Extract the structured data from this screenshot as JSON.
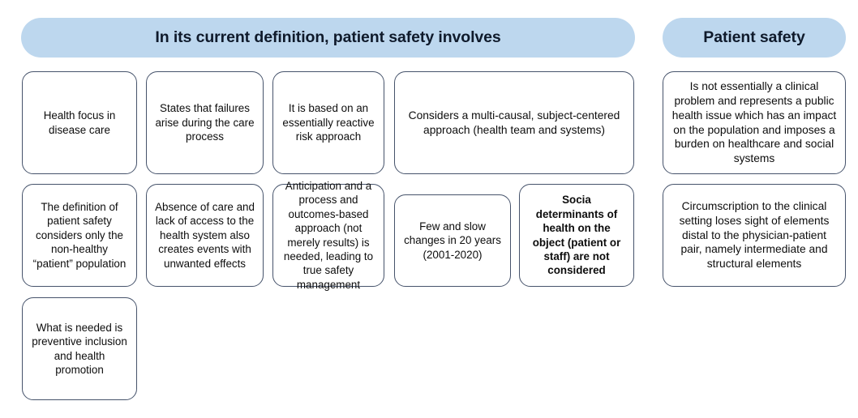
{
  "headers": {
    "left": "In its current definition, patient safety involves",
    "right": "Patient safety"
  },
  "colors": {
    "header_fill": "#bdd7ee",
    "box_border": "#46536b",
    "box_fill": "#ffffff",
    "text": "#0d0d0d"
  },
  "left_column": {
    "row1": [
      {
        "text": "Health focus in disease care"
      },
      {
        "text": "States that failures arise during the care process"
      },
      {
        "text": "It is based on an essentially reactive risk approach"
      },
      {
        "text": "Considers a multi-causal, subject-centered approach (health team and systems)"
      }
    ],
    "row2": [
      {
        "text": "The definition of patient safety considers only the non-healthy “patient” population"
      },
      {
        "text": "Absence of care and lack of access to the health system also creates events with unwanted effects"
      },
      {
        "text": "Anticipation and a process and outcomes-based approach (not merely results) is needed, leading to true safety management"
      },
      {
        "text": "Few and slow changes in 20 years (2001-2020)"
      },
      {
        "text": "Socia determinants of health on the object (patient or staff) are not considered",
        "bold": true
      }
    ],
    "row3": [
      {
        "text": "What is needed is preventive inclusion and health promotion"
      }
    ]
  },
  "right_column": {
    "boxes": [
      {
        "text": "Is not essentially a clinical problem and represents a public health issue which has an impact on the population and imposes a burden on healthcare and social systems"
      },
      {
        "text": "Circumscription to the clinical setting loses sight of elements distal to the physician-patient pair, namely intermediate and structural elements"
      }
    ]
  }
}
